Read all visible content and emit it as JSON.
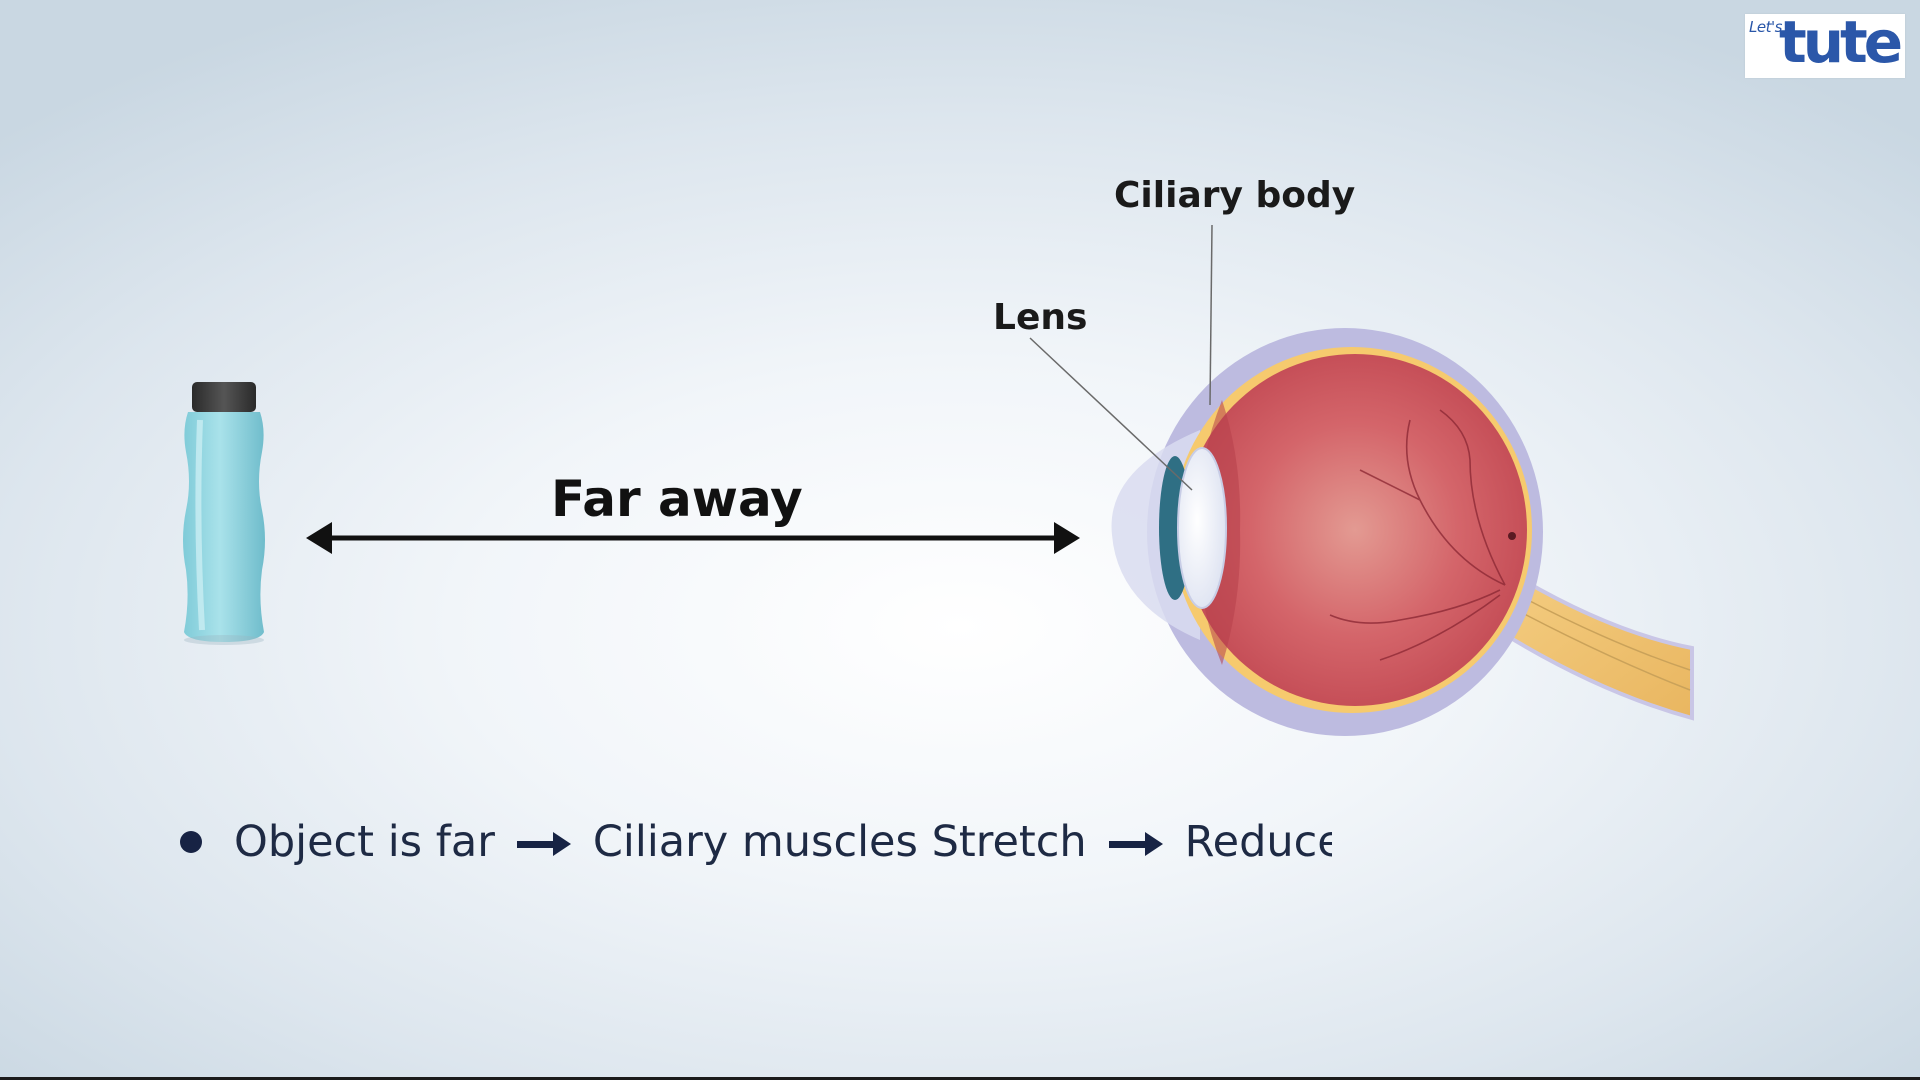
{
  "logo": {
    "small_text": "Let's",
    "big_text": "tute",
    "color": "#2b57a9"
  },
  "diagram": {
    "labels": {
      "ciliary_body": "Ciliary body",
      "lens": "Lens",
      "distance": "Far away"
    },
    "colors": {
      "bottle": "#8fd3df",
      "bottle_cap": "#3a3a3a",
      "eyeball": "#d4585d",
      "sclera_rim": "#f5c96a",
      "optic_nerve": "#f2c876",
      "outer_layer": "#b9b7dd",
      "iris": "#2f6f84"
    }
  },
  "caption": {
    "segments": [
      "Object is far",
      "Ciliary muscles Stretch",
      "Reduce"
    ],
    "arrow_icon": "right-arrow-icon",
    "bullet_icon": "bullet-dot-icon",
    "text_color": "#1e2a44"
  }
}
